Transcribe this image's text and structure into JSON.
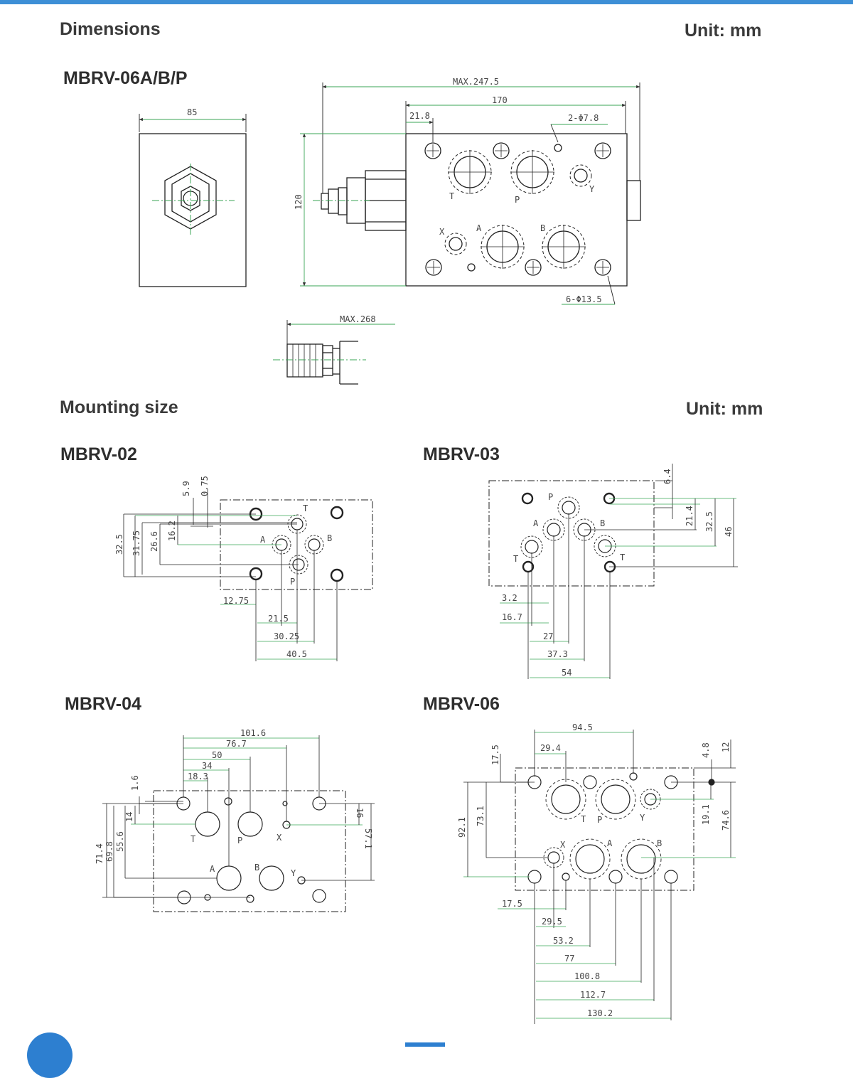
{
  "header": {
    "accent_color": "#3d8fd6"
  },
  "sections": {
    "dimensions_title": "Dimensions",
    "dimensions_unit": "Unit: mm",
    "mounting_title": "Mounting size",
    "mounting_unit": "Unit: mm"
  },
  "models": {
    "mbrv06abp": "MBRV-06A/B/P",
    "mbrv02": "MBRV-02",
    "mbrv03": "MBRV-03",
    "mbrv04": "MBRV-04",
    "mbrv06": "MBRV-06"
  },
  "dims_top": {
    "w85": "85",
    "max2475": "MAX.247.5",
    "d170": "170",
    "d218": "21.8",
    "phi78": "2-Φ7.8",
    "h120": "120",
    "phi135": "6-Φ13.5",
    "max268": "MAX.268",
    "port_t": "T",
    "port_p": "P",
    "port_y": "Y",
    "port_x": "X",
    "port_a": "A",
    "port_b": "B"
  },
  "m02": {
    "d59": "5.9",
    "d075": "0.75",
    "d325": "32.5",
    "d3175": "31.75",
    "d266": "26.6",
    "d162": "16.2",
    "d1275": "12.75",
    "d215": "21.5",
    "d3025": "30.25",
    "d405": "40.5",
    "t": "T",
    "a": "A",
    "b": "B",
    "p": "P"
  },
  "m03": {
    "d64": "6.4",
    "d214": "21.4",
    "d325": "32.5",
    "d46": "46",
    "d32": "3.2",
    "d167": "16.7",
    "d27": "27",
    "d373": "37.3",
    "d54": "54",
    "p": "P",
    "a": "A",
    "b": "B",
    "t1": "T",
    "t2": "T"
  },
  "m04": {
    "d1016": "101.6",
    "d767": "76.7",
    "d50": "50",
    "d34": "34",
    "d183": "18.3",
    "d16a": "1.6",
    "d714": "71.4",
    "d698": "69.8",
    "d556": "55.6",
    "d14": "14",
    "d16": "16",
    "d571": "57.1",
    "t": "T",
    "p": "P",
    "x": "X",
    "a": "A",
    "b": "B",
    "y": "Y"
  },
  "m06": {
    "d945": "94.5",
    "d294": "29.4",
    "d175v": "17.5",
    "d48": "4.8",
    "d12": "12",
    "d921": "92.1",
    "d731": "73.1",
    "d191": "19.1",
    "d746": "74.6",
    "d175": "17.5",
    "d295": "29.5",
    "d532": "53.2",
    "d77": "77",
    "d1008": "100.8",
    "d1127": "112.7",
    "d1302": "130.2",
    "t": "T",
    "p": "P",
    "y": "Y",
    "x": "X",
    "a": "A",
    "b": "B"
  }
}
